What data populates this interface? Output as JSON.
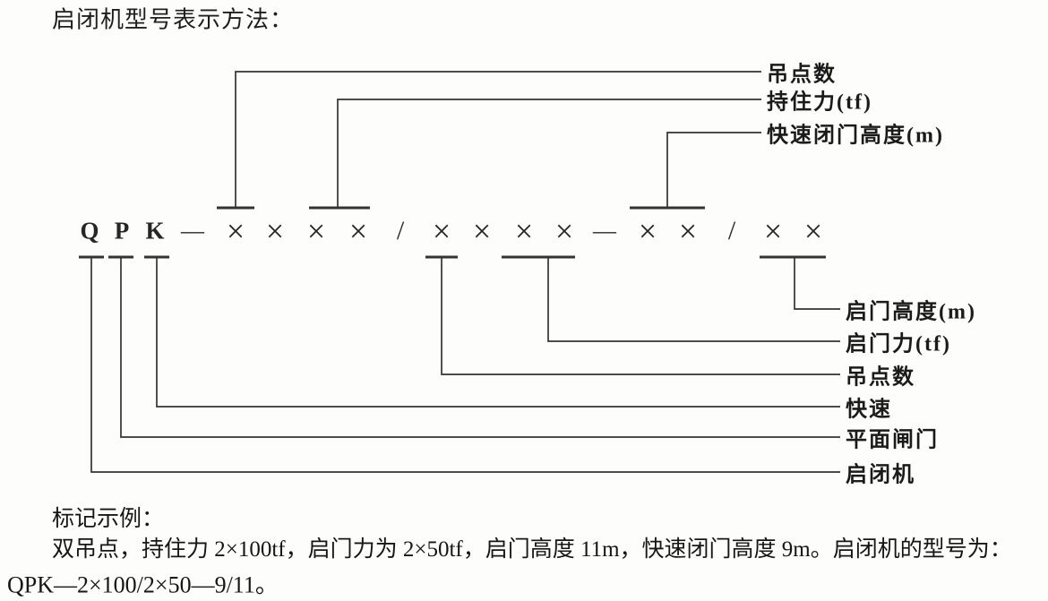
{
  "title": "启闭机型号表示方法：",
  "diagram": {
    "code_tokens": [
      "Q",
      "P",
      "K",
      "—",
      "×",
      "×",
      "×",
      "×",
      "/",
      "×",
      "×",
      "×",
      "×",
      "—",
      "×",
      "×",
      "/",
      "×",
      "×"
    ],
    "top_labels": [
      {
        "text": "吊点数"
      },
      {
        "text": "持住力(tf)"
      },
      {
        "text": "快速闭门高度(m)"
      }
    ],
    "bottom_labels": [
      {
        "text": "启门高度(m)"
      },
      {
        "text": "启门力(tf)"
      },
      {
        "text": "吊点数"
      },
      {
        "text": "快速"
      },
      {
        "text": "平面闸门"
      },
      {
        "text": "启闭机"
      }
    ]
  },
  "example": {
    "heading": "标记示例：",
    "line1": "双吊点，持住力 2×100tf，启门力为 2×50tf，启门高度 11m，快速闭门高度 9m。启闭机的型号为：",
    "line2": "QPK—2×100/2×50—9/11。"
  }
}
